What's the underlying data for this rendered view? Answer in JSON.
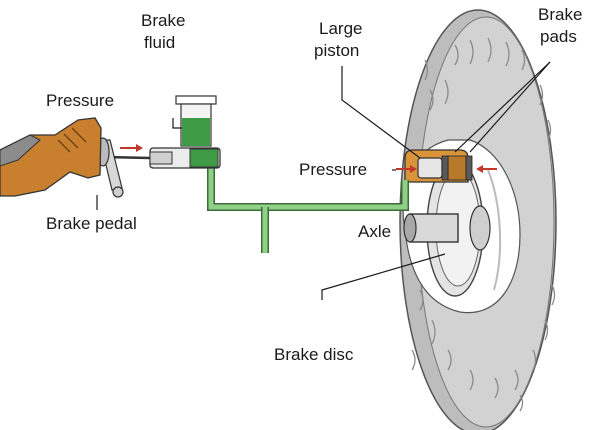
{
  "labels": {
    "brake_fluid": [
      "Brake",
      "fluid"
    ],
    "large_piston": [
      "Large",
      "piston"
    ],
    "brake_pads": [
      "Brake",
      "pads"
    ],
    "pressure_left": "Pressure",
    "pressure_right": "Pressure",
    "brake_pedal": "Brake pedal",
    "axle": "Axle",
    "brake_disc": "Brake disc"
  },
  "colors": {
    "tyre": "#c8c8c8",
    "tyre_tread": "#9a9a9a",
    "hydraulic_line": "#7fc27a",
    "brake_fluid": "#3f9a45",
    "shoe": "#c9802e",
    "caliper": "#d9943a",
    "pressure_arrow": "#c0392b",
    "disc": "#e4e4e4"
  }
}
